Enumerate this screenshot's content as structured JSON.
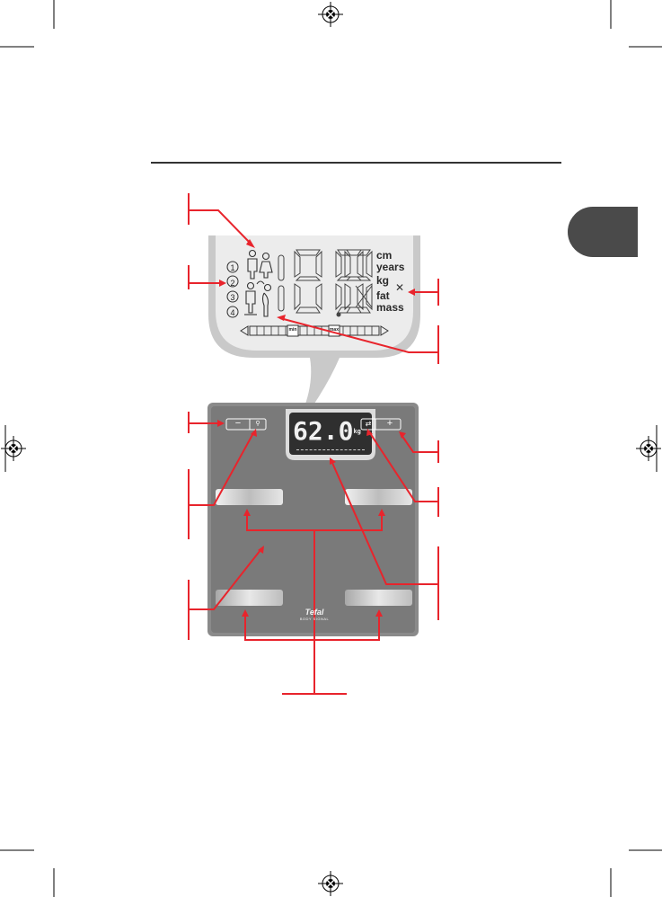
{
  "lcd_panel": {
    "units": {
      "cm": "cm",
      "years": "years",
      "kg": "kg",
      "fat": "fat",
      "mass": "mass"
    },
    "user_numbers": [
      "1",
      "2",
      "3",
      "4"
    ],
    "bar_min": "min",
    "bar_max": "max"
  },
  "scale": {
    "display_reading": "62.0",
    "display_unit": "kg",
    "brand": "Tefal",
    "model": "BODY SIGNAL",
    "left_button_symbols": [
      "−",
      "user"
    ],
    "right_button_symbols": [
      "enter",
      "+"
    ]
  },
  "colors": {
    "callout_red": "#e8242c",
    "lcd_gray": "#c8c8c8",
    "scale_body": "#7d7d7d",
    "tab": "#4a4a4a"
  }
}
